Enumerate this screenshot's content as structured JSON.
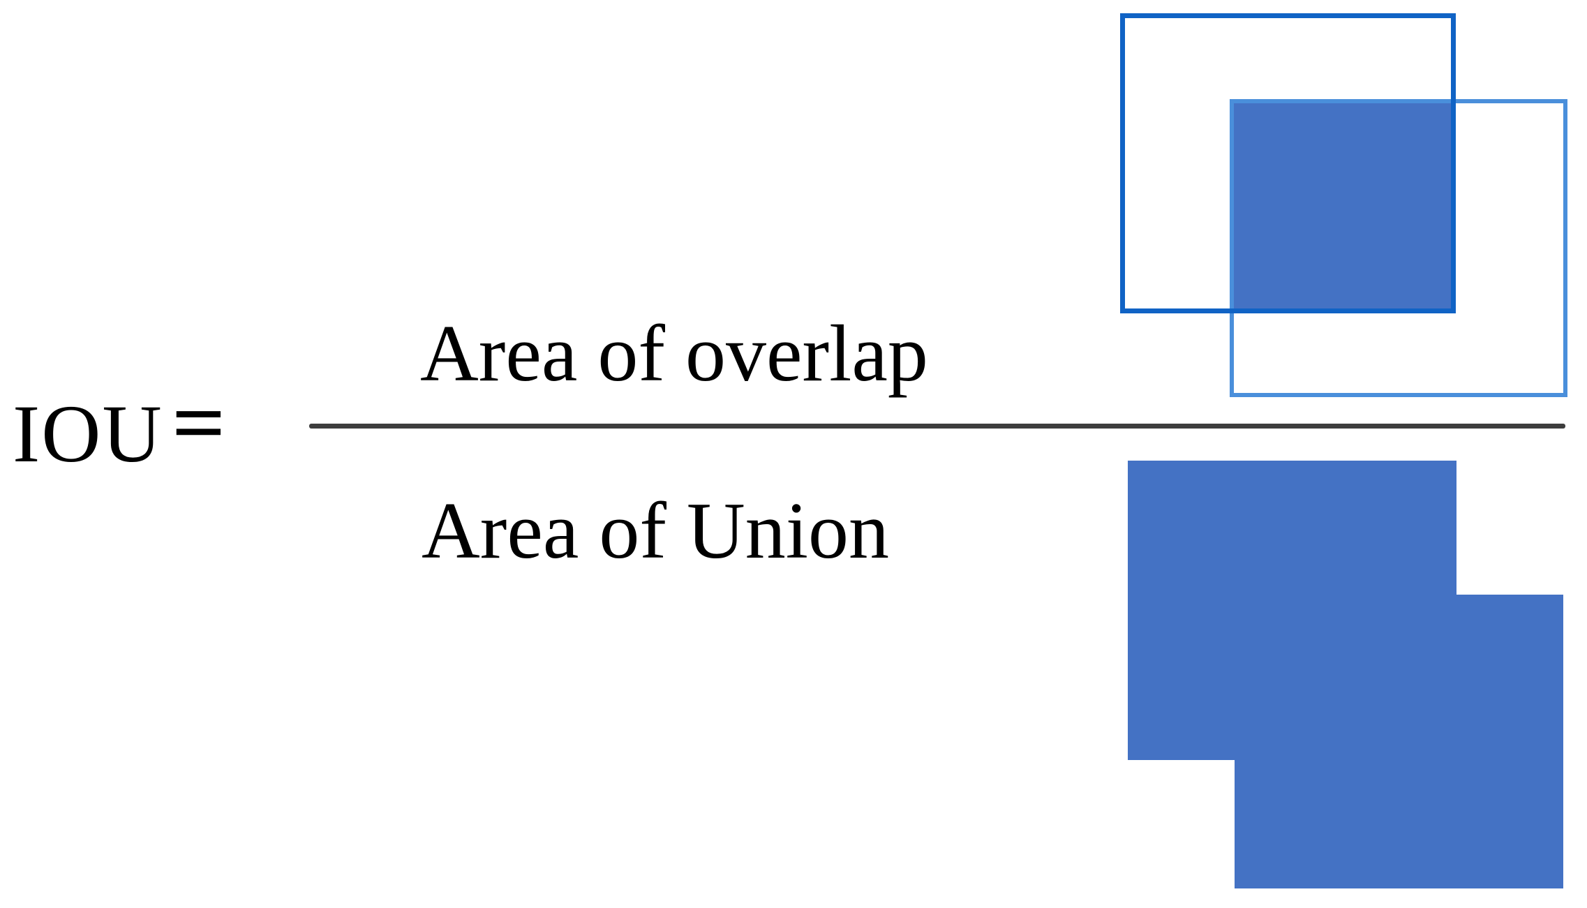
{
  "formula": {
    "lhs": "IOU",
    "equals": "=",
    "numerator": "Area of overlap",
    "denominator": "Area of Union"
  },
  "figures": {
    "overlap_figure": {
      "description": "two overlapping square bounding boxes with intersection region filled",
      "box_a": "outlined square, dark blue",
      "box_b": "outlined square, light blue, offset right and down",
      "intersection": "solid filled square where boxes overlap"
    },
    "union_figure": {
      "description": "solid silhouette of the union of the two squares"
    }
  },
  "colors": {
    "box_a_outline": "#1063C5",
    "box_b_outline": "#4A8FDB",
    "fill_blue": "#4472C4",
    "fraction_line": "#3D3D3D",
    "text": "#000000",
    "background": "#FFFFFF"
  }
}
